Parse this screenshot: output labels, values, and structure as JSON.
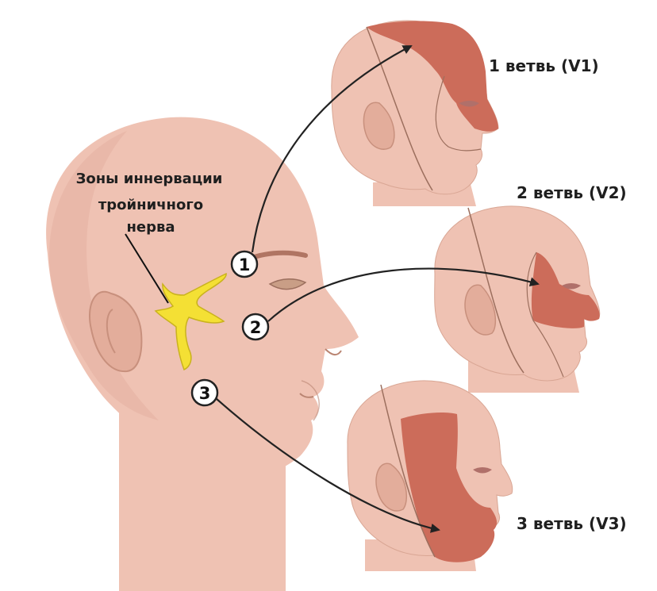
{
  "colors": {
    "skin": "#efc2b3",
    "skin_shadow": "#d79f8c",
    "outline": "#b98471",
    "zone": "#cc6c5a",
    "nerve": "#f4e034",
    "nerve_outline": "#c9b21d",
    "arrow": "#222222",
    "label": "#1f1f1f"
  },
  "caption": {
    "line1": "Зоны иннервации",
    "line2": "тройничного",
    "line3": "нерва"
  },
  "markers": [
    {
      "number": "1"
    },
    {
      "number": "2"
    },
    {
      "number": "3"
    }
  ],
  "branches": [
    {
      "label": "1 ветвь (V1)"
    },
    {
      "label": "2 ветвь (V2)"
    },
    {
      "label": "3 ветвь (V3)"
    }
  ]
}
